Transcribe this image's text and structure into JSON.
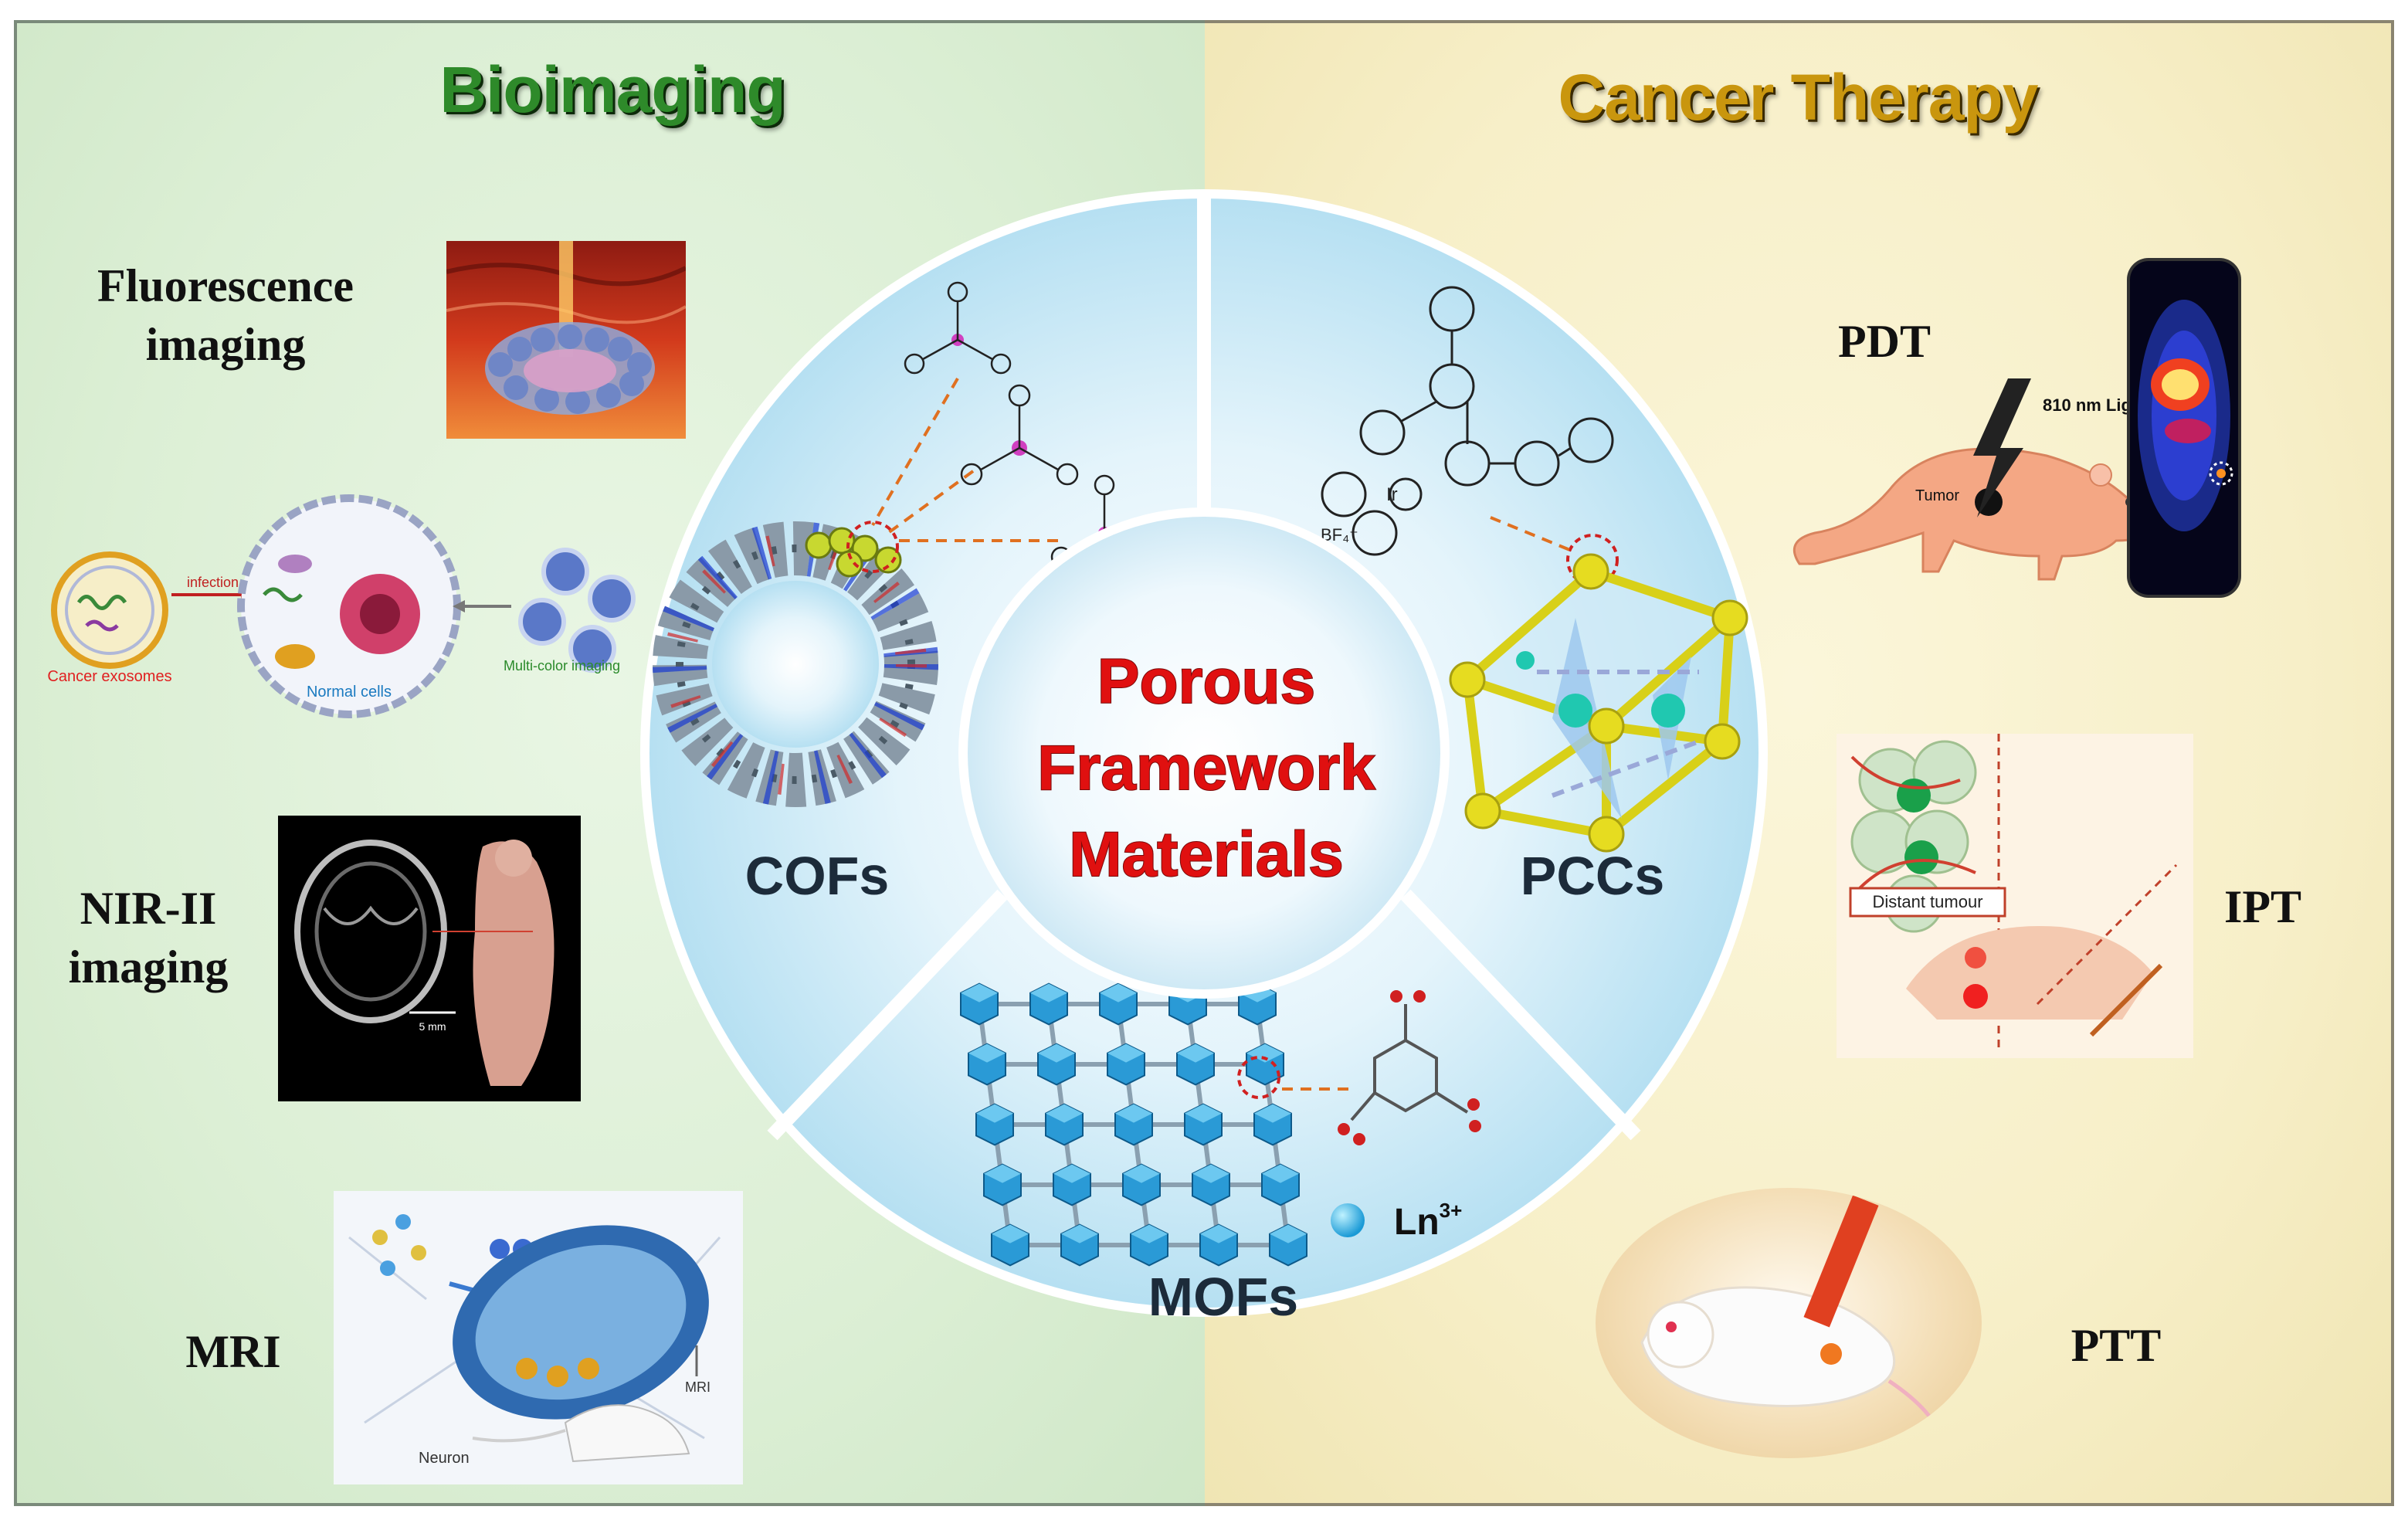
{
  "left_panel": {
    "title": "Bioimaging",
    "items": [
      {
        "label_line1": "Fluorescence",
        "label_line2": "imaging"
      },
      {
        "label_line1": "NIR-II",
        "label_line2": "imaging"
      },
      {
        "label_line1": "MRI"
      }
    ],
    "exosome_figure": {
      "infection_label": "infection",
      "cancer_exosomes_label": "Cancer exosomes",
      "normal_cells_label": "Normal cells",
      "multicolor_label": "Multi-color imaging"
    },
    "nir_figure": {
      "scale_label": "5 mm"
    },
    "mri_figure": {
      "neuron_label": "Neuron",
      "mri_label": "MRI"
    }
  },
  "right_panel": {
    "title": "Cancer Therapy",
    "items": [
      {
        "label": "PDT"
      },
      {
        "label": "IPT"
      },
      {
        "label": "PTT"
      }
    ],
    "pdt_figure": {
      "light_label": "810 nm Light",
      "tumor_label": "Tumor"
    },
    "ipt_figure": {
      "distant_label": "Distant tumour"
    }
  },
  "center": {
    "title_lines": [
      "Porous",
      "Framework",
      "Materials"
    ],
    "segments": [
      "COFs",
      "PCCs",
      "MOFs"
    ],
    "ion_label": "Ln",
    "ion_charge": "3+",
    "pcc_molecule": {
      "counterion": "BF₄⁻"
    }
  },
  "colors": {
    "bio_heading": "#2e8a2a",
    "ct_heading": "#c9960e",
    "center_text": "#e01010",
    "segment_text": "#1c2b3a"
  }
}
